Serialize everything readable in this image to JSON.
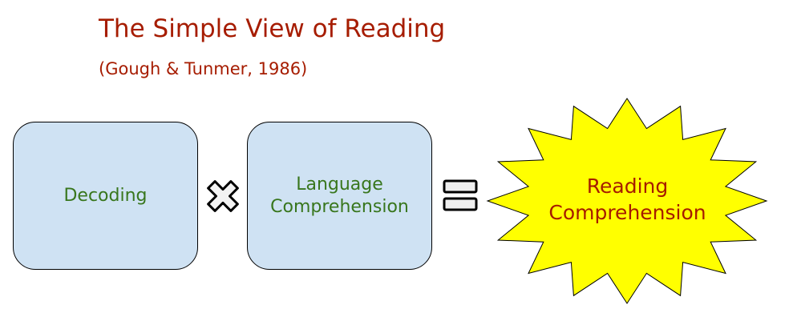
{
  "title": "The Simple View of Reading",
  "subtitle": "(Gough & Tunmer, 1986)",
  "boxes": [
    {
      "label": "Decoding"
    },
    {
      "label": "Language Comprehension"
    }
  ],
  "operators": [
    "multiply-icon",
    "equals-icon"
  ],
  "result": {
    "label": "Reading Comprehension",
    "fill": "#ffff00"
  },
  "colors": {
    "title": "#a61c00",
    "box_fill": "#cfe2f3",
    "box_text": "#38761d"
  }
}
